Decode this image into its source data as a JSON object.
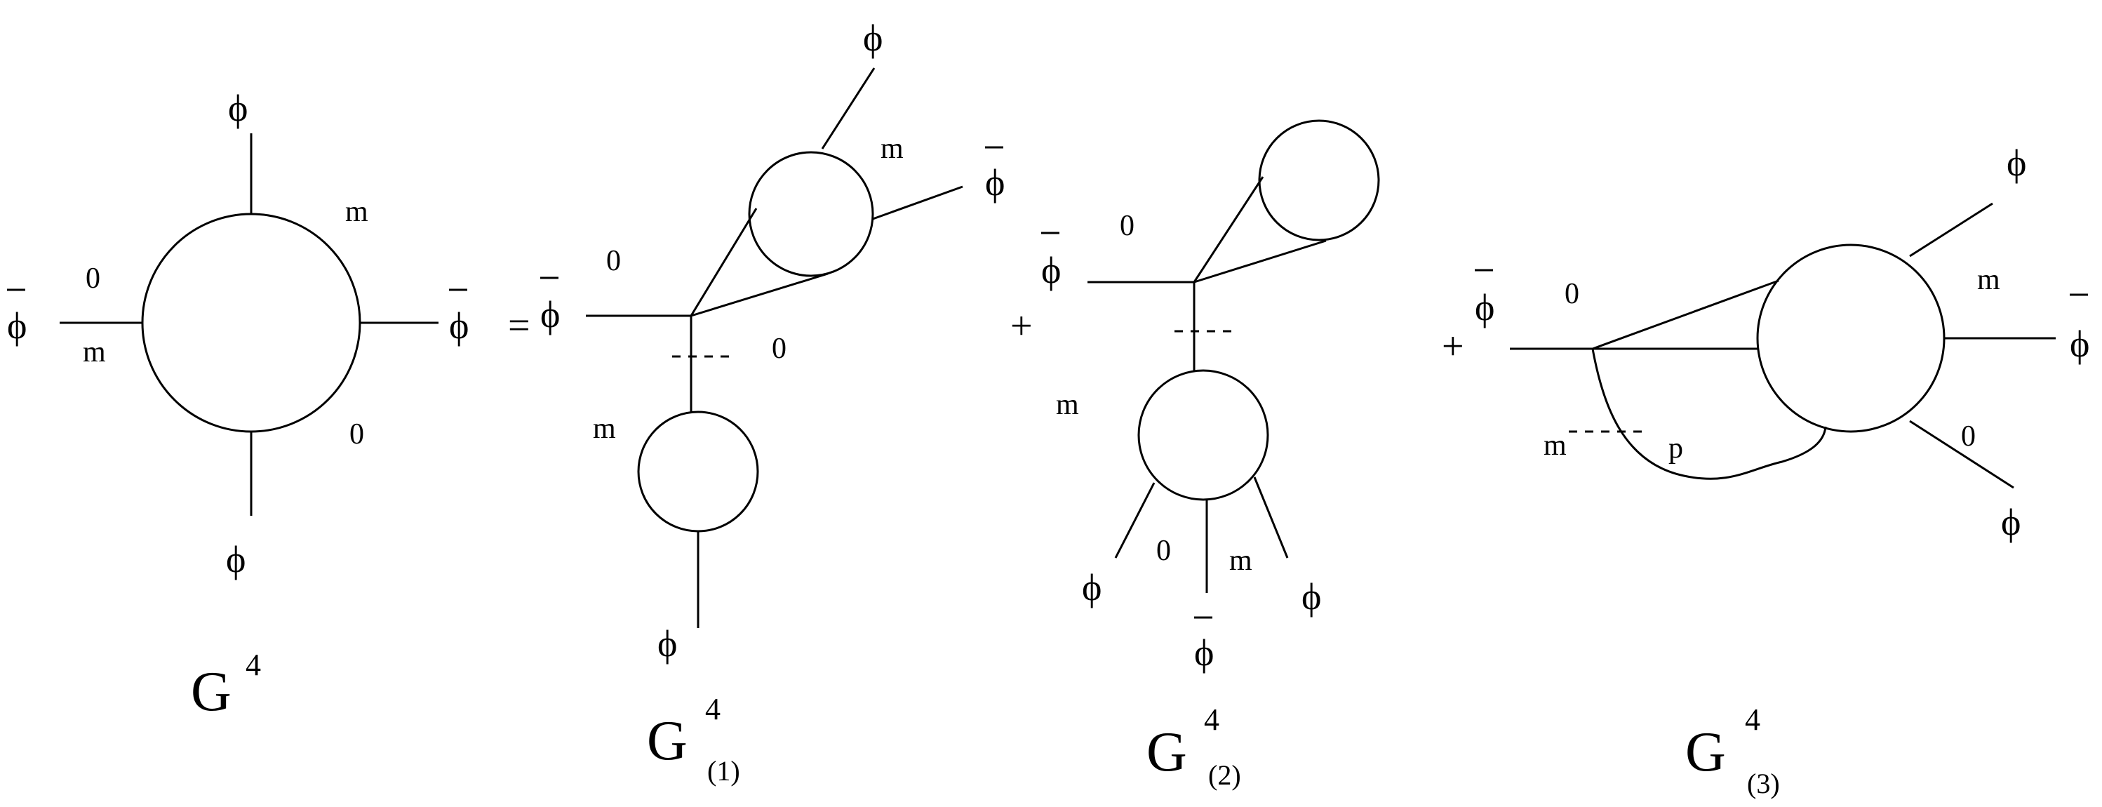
{
  "symbols": {
    "field": "ϕ",
    "conjugate_field": "ϕ",
    "label_m": "m",
    "label_0": "0",
    "label_p": "p",
    "equals": "=",
    "plus": "+"
  },
  "titles": {
    "g4": {
      "base": "G",
      "sup": "4",
      "sub": ""
    },
    "g4_1": {
      "base": "G",
      "sup": "4",
      "sub": "(1)"
    },
    "g4_2": {
      "base": "G",
      "sup": "4",
      "sub": "(2)"
    },
    "g4_3": {
      "base": "G",
      "sup": "4",
      "sub": "(3)"
    }
  }
}
